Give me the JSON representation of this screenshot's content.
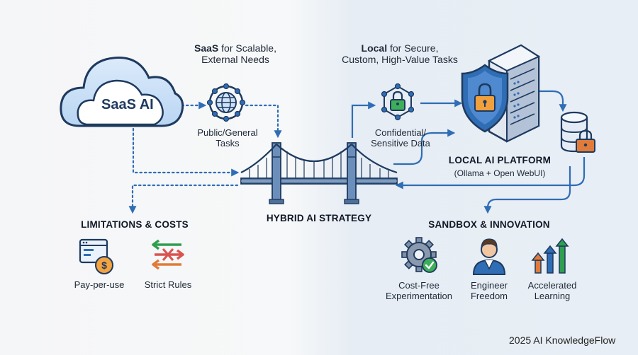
{
  "saas": {
    "cloud_label": "SaaS AI",
    "caption_bold": "SaaS",
    "caption_rest_line1": " for Scalable,",
    "caption_line2": "External Needs",
    "node_label_line1": "Public/General",
    "node_label_line2": "Tasks"
  },
  "local": {
    "caption_bold": "Local",
    "caption_rest_line1": " for Secure,",
    "caption_line2": "Custom, High-Value Tasks",
    "node_label_line1": "Confidential/",
    "node_label_line2": "Sensitive Data",
    "platform_title": "LOCAL AI PLATFORM",
    "platform_subtitle": "(Ollama + Open WebUI)"
  },
  "center": {
    "title": "HYBRID AI STRATEGY"
  },
  "limitations": {
    "title": "LIMITATIONS & COSTS",
    "items": [
      {
        "label": "Pay-per-use",
        "icon": "pay-per-use-icon"
      },
      {
        "label": "Strict Rules",
        "icon": "strict-rules-icon"
      }
    ]
  },
  "sandbox": {
    "title": "SANDBOX & INNOVATION",
    "items": [
      {
        "line1": "Cost-Free",
        "line2": "Experimentation",
        "icon": "gear-check-icon"
      },
      {
        "line1": "Engineer",
        "line2": "Freedom",
        "icon": "engineer-icon"
      },
      {
        "line1": "Accelerated",
        "line2": "Learning",
        "icon": "growth-arrows-icon"
      }
    ]
  },
  "footer": {
    "credit": "2025 AI KnowledgeFlow"
  },
  "colors": {
    "blue": "#2f6db5",
    "dark_outline": "#1e3a5f",
    "green": "#2e9e4f",
    "orange": "#e07b39",
    "red": "#d9534f"
  }
}
